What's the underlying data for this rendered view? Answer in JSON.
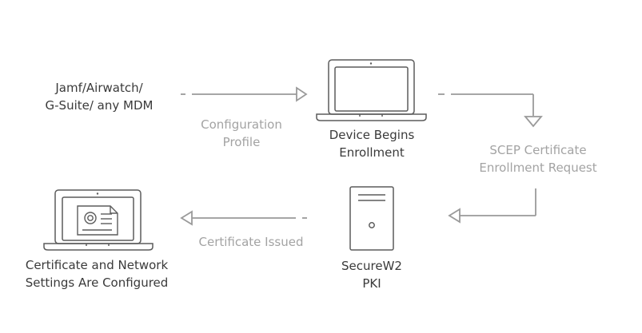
{
  "nodes": {
    "mdm": {
      "line1": "Jamf/Airwatch/",
      "line2": "G-Suite/ any MDM"
    },
    "device": {
      "line1": "Device Begins",
      "line2": "Enrollment"
    },
    "pki": {
      "line1": "SecureW2",
      "line2": "PKI"
    },
    "configured": {
      "line1": "Certificate and Network",
      "line2": "Settings Are Configured"
    }
  },
  "edges": {
    "config_profile": {
      "line1": "Configuration",
      "line2": "Profile"
    },
    "scep_request": {
      "line1": "SCEP Certificate",
      "line2": "Enrollment Request"
    },
    "cert_issued": {
      "line1": "Certificate Issued"
    }
  },
  "colors": {
    "dark_text": "#3a3a3a",
    "muted_text": "#a3a3a3",
    "icon_stroke": "#5c5c5c",
    "arrow_stroke": "#9a9a9a"
  }
}
